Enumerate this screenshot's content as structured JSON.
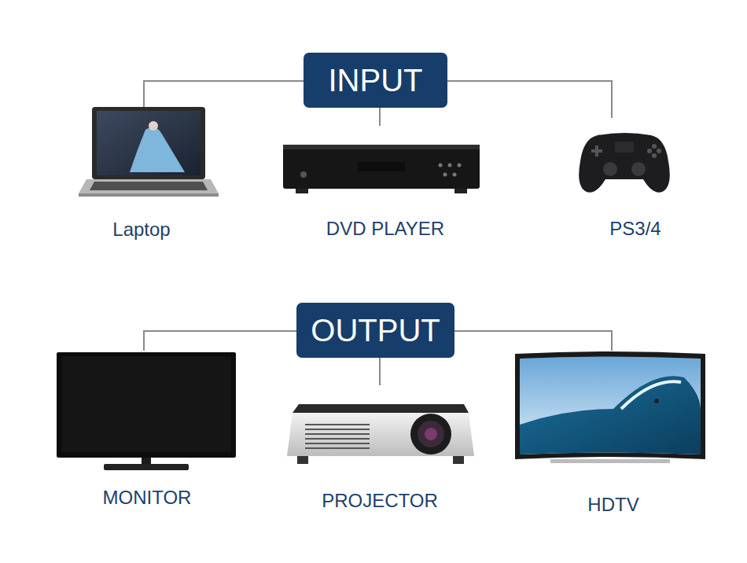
{
  "diagram": {
    "nodes": [
      {
        "text": [
          "INPUT"
        ]
      },
      {
        "text": [
          "OUTPUT"
        ]
      }
    ],
    "labels": [
      "Laptop",
      "DVD PLAYER",
      "PS3/4",
      "MONITOR",
      "PROJECTOR",
      "HDTV"
    ]
  }
}
